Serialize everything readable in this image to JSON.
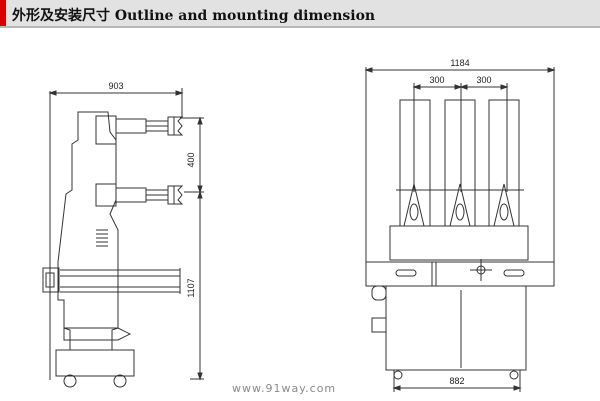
{
  "header": {
    "title": "外形及安装尺寸 Outline and mounting dimension",
    "accent_color": "#d90000"
  },
  "side_view": {
    "dim_width": "903",
    "dim_pole_spacing": "400",
    "dim_height": "1107"
  },
  "front_view": {
    "dim_width": "1184",
    "dim_phase_spacing_1": "300",
    "dim_phase_spacing_2": "300",
    "dim_base_width": "882"
  },
  "watermark": "www.91way.com"
}
